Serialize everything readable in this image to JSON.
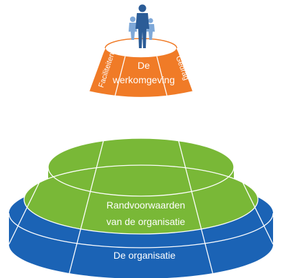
{
  "colors": {
    "orange": "#f07b27",
    "green": "#79b837",
    "blue": "#1b63b5",
    "figure_dark": "#2b5c97",
    "figure_light": "#7ea8d8",
    "lines": "#ffffff"
  },
  "top_tier": {
    "title_line1": "De",
    "title_line2": "werkomgeving",
    "left_label": "Faciliteiten",
    "right_label": "Gedrag",
    "icon": "people-group-icon"
  },
  "middle_tier": {
    "title_line1": "Randvoorwaarden",
    "title_line2": "van de organisatie"
  },
  "bottom_tier": {
    "title": "De organisatie"
  }
}
